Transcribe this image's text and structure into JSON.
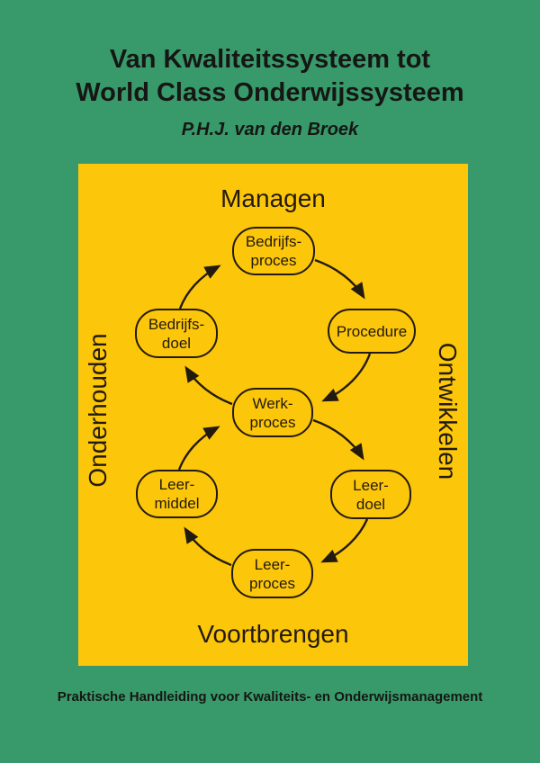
{
  "cover": {
    "title_line1": "Van Kwaliteitssysteem tot",
    "title_line2": "World Class Onderwijssysteem",
    "author": "P.H.J. van den Broek",
    "tagline": "Praktische Handleiding voor Kwaliteits- en Onderwijsmanagement",
    "colors": {
      "background": "#389A6A",
      "panel": "#FCC60B",
      "text": "#161614",
      "ink": "#221A0E"
    }
  },
  "diagram": {
    "labels": {
      "top": "Managen",
      "bottom": "Voortbrengen",
      "left": "Onderhouden",
      "right": "Ontwikkelen"
    },
    "nodes": {
      "bedrijfsproces": {
        "line1": "Bedrijfs-",
        "line2": "proces"
      },
      "procedure": {
        "line1": "Procedure",
        "line2": ""
      },
      "bedrijfsdoel": {
        "line1": "Bedrijfs-",
        "line2": "doel"
      },
      "werkproces": {
        "line1": "Werk-",
        "line2": "proces"
      },
      "leerdoel": {
        "line1": "Leer-",
        "line2": "doel"
      },
      "leermiddel": {
        "line1": "Leer-",
        "line2": "middel"
      },
      "leerproces": {
        "line1": "Leer-",
        "line2": "proces"
      }
    }
  }
}
